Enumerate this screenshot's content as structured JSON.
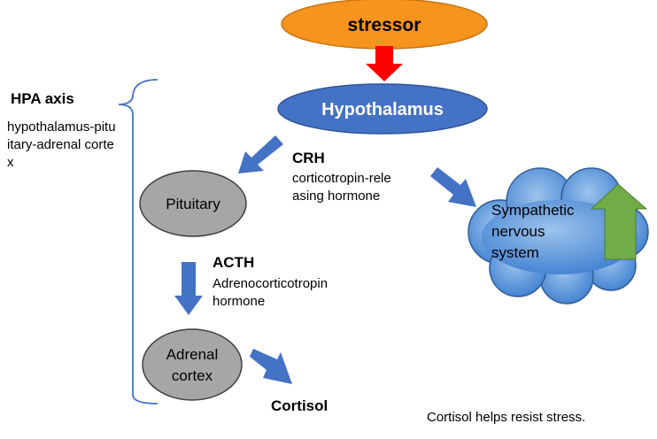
{
  "nodes": {
    "stressor": "stressor",
    "hypothalamus": "Hypothalamus",
    "pituitary": "Pituitary",
    "adrenal_line1": "Adrenal",
    "adrenal_line2": "cortex",
    "sympathetic_line1": "Sympathetic",
    "sympathetic_line2": "nervous",
    "sympathetic_line3": "system"
  },
  "hpa": {
    "title": "HPA axis",
    "description": "hypothalamus-pituitary-adrenal cortex"
  },
  "crh": {
    "title": "CRH",
    "description": "corticotropin-releasing hormone"
  },
  "acth": {
    "title": "ACTH",
    "description": "Adrenocorticotropin hormone"
  },
  "output": {
    "cortisol": "Cortisol"
  },
  "footnote": "Cortisol helps resist stress.",
  "colors": {
    "stressor_fill": "#f7941d",
    "stressor_arrow": "#ff0000",
    "hypothalamus_fill": "#4472c4",
    "gland_fill": "#a6a6a6",
    "arrow_fill": "#4472c4",
    "cloud_fill": "#5b9bd5",
    "up_arrow_fill": "#70ad47",
    "bracket_stroke": "#4472c4"
  }
}
